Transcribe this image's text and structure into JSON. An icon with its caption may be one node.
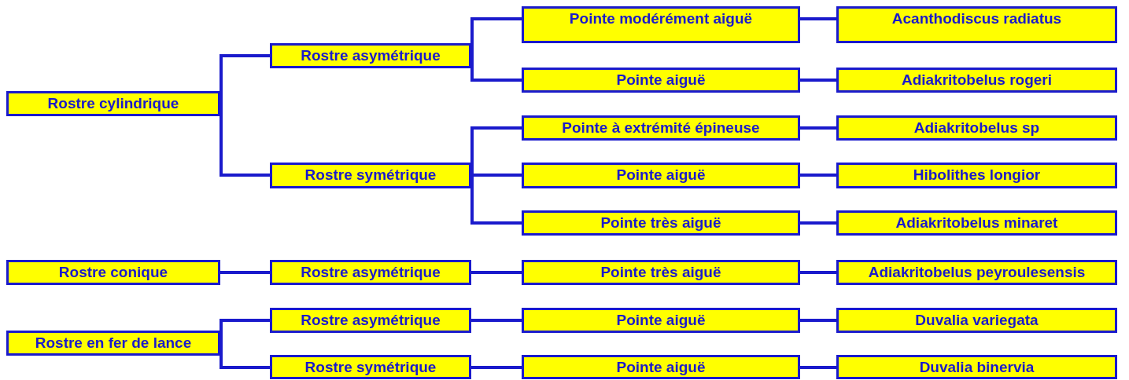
{
  "diagram": {
    "nodes": [
      {
        "text": [
          "Rostre cylindrique"
        ]
      },
      {
        "text": [
          "Rostre asymétrique"
        ]
      },
      {
        "text": [
          "Pointe modérément aiguë"
        ]
      },
      {
        "text": [
          "Acanthodiscus radiatus"
        ]
      },
      {
        "text": [
          "Pointe aiguë"
        ]
      },
      {
        "text": [
          "Adiakritobelus rogeri"
        ]
      },
      {
        "text": [
          "Rostre symétrique"
        ]
      },
      {
        "text": [
          "Pointe à extrémité épineuse"
        ]
      },
      {
        "text": [
          "Adiakritobelus sp"
        ]
      },
      {
        "text": [
          "Pointe aiguë"
        ]
      },
      {
        "text": [
          "Hibolithes longior"
        ]
      },
      {
        "text": [
          "Pointe très aiguë"
        ]
      },
      {
        "text": [
          "Adiakritobelus minaret"
        ]
      },
      {
        "text": [
          "Rostre conique"
        ]
      },
      {
        "text": [
          "Rostre asymétrique"
        ]
      },
      {
        "text": [
          "Pointe très aiguë"
        ]
      },
      {
        "text": [
          "Adiakritobelus peyroulesensis"
        ]
      },
      {
        "text": [
          "Rostre en fer de lance"
        ]
      },
      {
        "text": [
          "Rostre asymétrique"
        ]
      },
      {
        "text": [
          "Pointe aiguë"
        ]
      },
      {
        "text": [
          "Duvalia variegata"
        ]
      },
      {
        "text": [
          "Rostre symétrique"
        ]
      },
      {
        "text": [
          "Pointe aiguë"
        ]
      },
      {
        "text": [
          "Duvalia binervia"
        ]
      }
    ],
    "edges": [
      {
        "from": 0,
        "to": 1,
        "arrow": "none"
      },
      {
        "from": 0,
        "to": 6,
        "arrow": "none"
      },
      {
        "from": 1,
        "to": 2,
        "arrow": "none"
      },
      {
        "from": 1,
        "to": 4,
        "arrow": "none"
      },
      {
        "from": 2,
        "to": 3,
        "arrow": "none"
      },
      {
        "from": 4,
        "to": 5,
        "arrow": "none"
      },
      {
        "from": 6,
        "to": 7,
        "arrow": "none"
      },
      {
        "from": 6,
        "to": 9,
        "arrow": "none"
      },
      {
        "from": 6,
        "to": 11,
        "arrow": "none"
      },
      {
        "from": 7,
        "to": 8,
        "arrow": "none"
      },
      {
        "from": 9,
        "to": 10,
        "arrow": "none"
      },
      {
        "from": 11,
        "to": 12,
        "arrow": "none"
      },
      {
        "from": 13,
        "to": 14,
        "arrow": "none"
      },
      {
        "from": 14,
        "to": 15,
        "arrow": "none"
      },
      {
        "from": 15,
        "to": 16,
        "arrow": "none"
      },
      {
        "from": 17,
        "to": 18,
        "arrow": "none"
      },
      {
        "from": 17,
        "to": 21,
        "arrow": "none"
      },
      {
        "from": 18,
        "to": 19,
        "arrow": "none"
      },
      {
        "from": 19,
        "to": 20,
        "arrow": "none"
      },
      {
        "from": 21,
        "to": 22,
        "arrow": "none"
      },
      {
        "from": 22,
        "to": 23,
        "arrow": "none"
      }
    ]
  }
}
